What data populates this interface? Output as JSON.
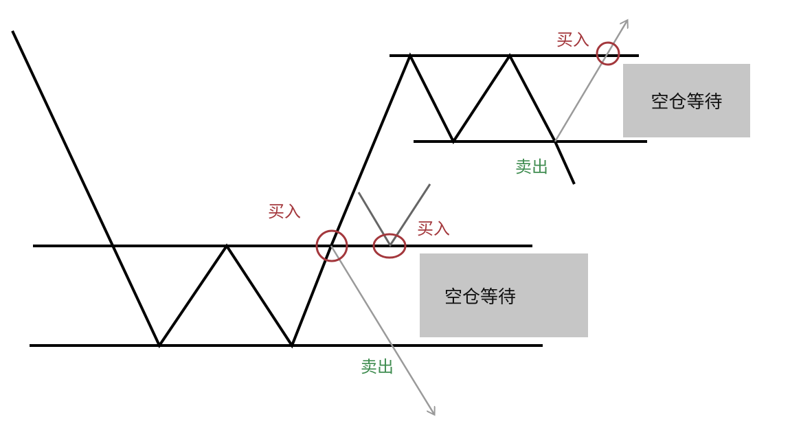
{
  "labels": {
    "buy": "买入",
    "sell": "卖出",
    "wait": "空仓等待"
  },
  "colors": {
    "buy": "#a3373c",
    "sell": "#3f8c50",
    "price_line": "#000000",
    "arrow": "#9a9a9a",
    "box": "#c6c6c6"
  }
}
